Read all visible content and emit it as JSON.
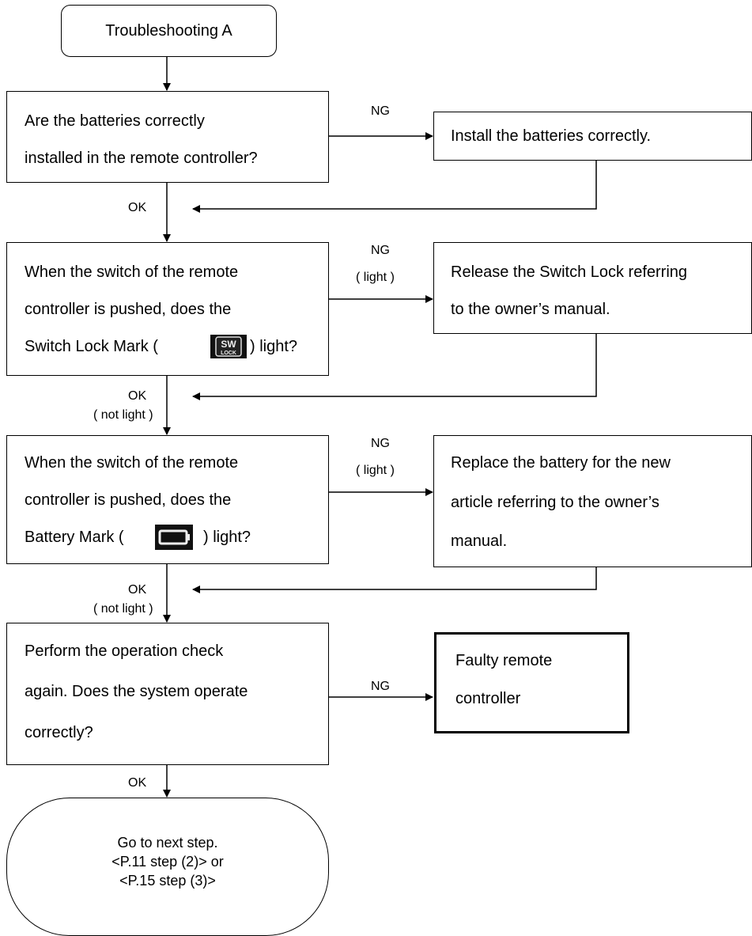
{
  "start": {
    "title": "Troubleshooting A"
  },
  "q1": {
    "lines": [
      "Are the batteries correctly",
      "installed in the remote controller?"
    ],
    "ng": "NG",
    "ok": "OK",
    "action": [
      "Install the batteries correctly."
    ]
  },
  "q2": {
    "lines": [
      "When the switch of the remote",
      "controller is pushed, does the",
      "Switch Lock Mark (",
      ") light?"
    ],
    "ng": "NG",
    "ng_sub": "( light )",
    "ok": "OK",
    "ok_sub": "( not light )",
    "action": [
      "Release the Switch Lock referring",
      "to the owner’s manual."
    ],
    "icon": "switch-lock-icon"
  },
  "q3": {
    "lines": [
      "When the switch of the remote",
      "controller is pushed, does the",
      "Battery Mark (",
      ") light?"
    ],
    "ng": "NG",
    "ng_sub": "( light )",
    "ok": "OK",
    "ok_sub": "( not light )",
    "action": [
      "Replace the battery for the new",
      "article referring to the owner’s",
      "manual."
    ],
    "icon": "battery-icon"
  },
  "q4": {
    "lines": [
      "Perform the operation check",
      "again. Does the system operate",
      "correctly?"
    ],
    "ng": "NG",
    "ok": "OK",
    "result": [
      "Faulty remote",
      "controller"
    ]
  },
  "end": {
    "lines": [
      "Go to next step.",
      "<P.11 step (2)> or",
      "<P.15 step (3)>"
    ]
  }
}
